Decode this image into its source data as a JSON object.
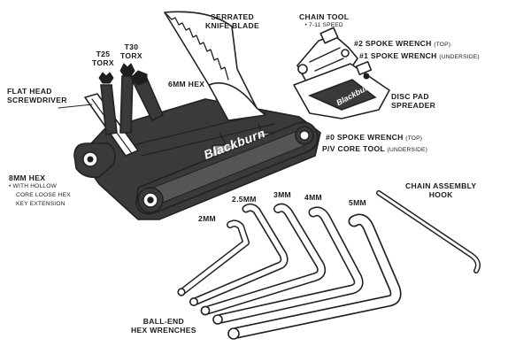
{
  "labels": {
    "serrated_knife_blade": [
      "SERRATED",
      "KNIFE BLADE"
    ],
    "chain_tool": {
      "title": "CHAIN TOOL",
      "note": "• 7-11 SPEED"
    },
    "spoke_wrench_2": {
      "title": "#2 SPOKE WRENCH",
      "note": "(TOP)"
    },
    "spoke_wrench_1": {
      "title": "#1 SPOKE WRENCH",
      "note": "(UNDERSIDE)"
    },
    "t25_torx": [
      "T25",
      "TORX"
    ],
    "t30_torx": [
      "T30",
      "TORX"
    ],
    "hex_6mm": "6MM HEX",
    "flat_head_screwdriver": [
      "FLAT HEAD",
      "SCREWDRIVER"
    ],
    "disc_pad_spreader": [
      "DISC PAD",
      "SPREADER"
    ],
    "spoke_wrench_0": {
      "title": "#0 SPOKE WRENCH",
      "note": "(TOP)"
    },
    "pv_core_tool": {
      "title": "P/V CORE TOOL",
      "note": "(UNDERSIDE)"
    },
    "hex_8mm": {
      "title": "8MM HEX",
      "notes": [
        "• WITH HOLLOW",
        "CORE LOOSE HEX",
        "KEY EXTENSION"
      ]
    },
    "chain_assembly_hook": [
      "CHAIN ASSEMBLY",
      "HOOK"
    ],
    "wrench_2mm": "2MM",
    "wrench_2_5mm": "2.5MM",
    "wrench_3mm": "3MM",
    "wrench_4mm": "4MM",
    "wrench_5mm": "5MM",
    "ball_end_hex_wrenches": [
      "BALL-END",
      "HEX WRENCHES"
    ]
  },
  "brand": {
    "name_large": "Blackburn",
    "name_small": "Blackburn"
  },
  "colors": {
    "ink": "#222222",
    "body": "#3a3a3a",
    "background": "#ffffff"
  }
}
